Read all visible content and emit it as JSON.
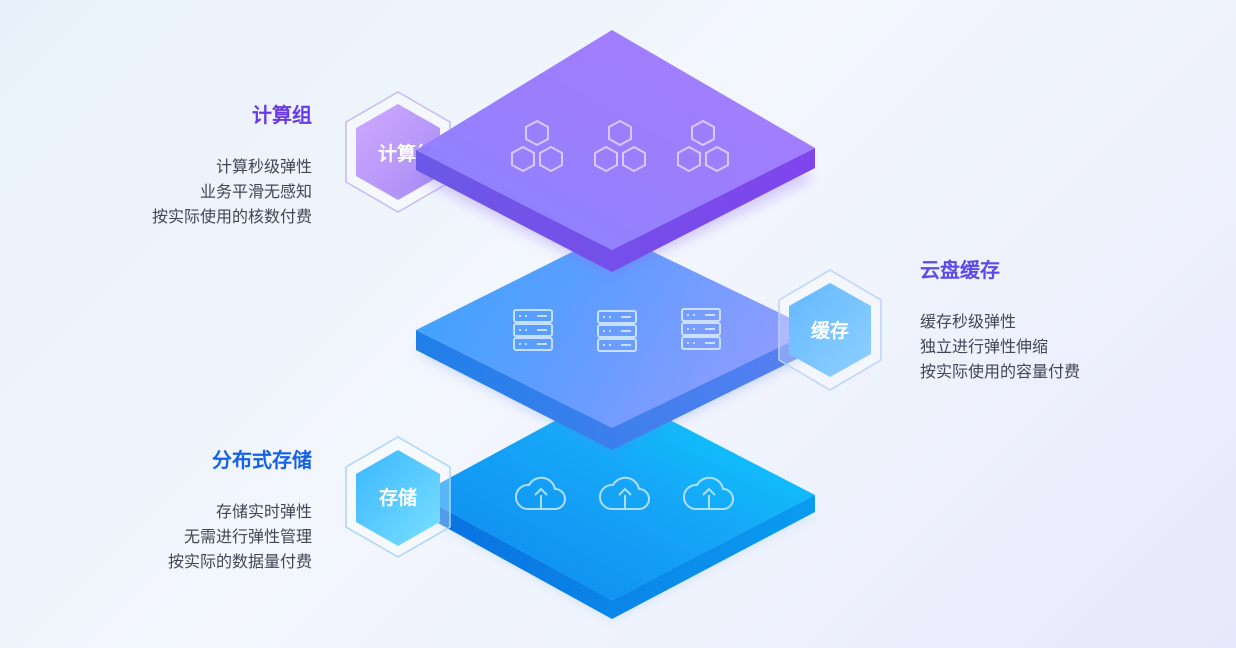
{
  "layers": {
    "compute": {
      "title": "计算组",
      "badge": "计算组",
      "lines": [
        "计算秒级弹性",
        "业务平滑无感知",
        "按实际使用的核数付费"
      ],
      "icon": "hexagon-cluster-icon",
      "title_color": "#6a39e8"
    },
    "cache": {
      "title": "云盘缓存",
      "badge": "缓存",
      "lines": [
        "缓存秒级弹性",
        "独立进行弹性伸缩",
        "按实际使用的容量付费"
      ],
      "icon": "server-icon",
      "title_color": "#5b4bea"
    },
    "storage": {
      "title": "分布式存储",
      "badge": "存储",
      "lines": [
        "存储实时弹性",
        "无需进行弹性管理",
        "按实际的数据量付费"
      ],
      "icon": "cloud-upload-icon",
      "title_color": "#1463e6"
    }
  },
  "colors": {
    "compute_top": "#a07dff",
    "compute_bottom": "#8b6af6",
    "cache_top": "#49a7ff",
    "cache_bottom": "#8d9cff",
    "storage_top": "#0e9cf6",
    "storage_bottom": "#0ad0ff"
  }
}
